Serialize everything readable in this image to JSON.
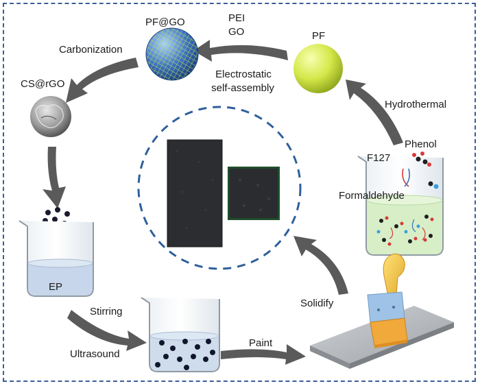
{
  "labels": {
    "pf": "PF",
    "pf_go": "PF@GO",
    "pei": "PEI",
    "go": "GO",
    "electrostatic": "Electrostatic",
    "self_assembly": "self-assembly",
    "carbonization": "Carbonization",
    "cs_rgo": "CS@rGO",
    "hydrothermal": "Hydrothermal",
    "phenol": "Phenol",
    "f127": "F127",
    "formaldehyde": "Formaldehyde",
    "ep": "EP",
    "stirring": "Stirring",
    "ultrasound": "Ultrasound",
    "paint": "Paint",
    "solidify": "Solidify"
  },
  "colors": {
    "frame_border": "#3b5d9a",
    "arrow": "#5a5a5a",
    "pf_sphere": "#d4e84a",
    "pf_go_sphere": "#3a6fbf",
    "liquid_ep": "#c7d6ea",
    "liquid_formaldehyde": "#d7eec7",
    "coating_sample": "#2b2d30",
    "brush_handle": "#f2c94c",
    "brush_ferrule": "#9fc3e6",
    "plate": "#b9bcbf"
  },
  "icons": [
    "pf-sphere-icon",
    "pf-go-sphere-icon",
    "cs-rgo-particle-icon",
    "beaker-icon",
    "paint-brush-icon",
    "coated-plate-icon",
    "coating-sample-icon"
  ]
}
